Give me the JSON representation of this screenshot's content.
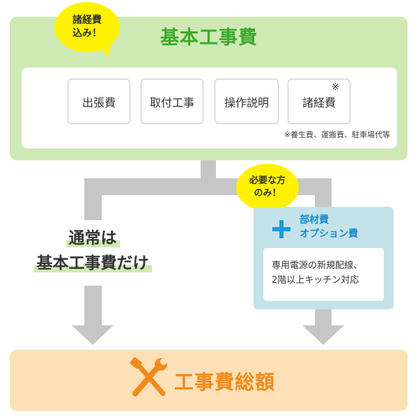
{
  "top": {
    "title": "基本工事費",
    "items": [
      "出張費",
      "取付工事",
      "操作説明",
      "諸経費"
    ],
    "asterisk": "※",
    "note": "※養生費、運搬費、駐車場代等"
  },
  "bubble_top": {
    "line1": "諸経費",
    "line2": "込み！"
  },
  "bubble_right": {
    "line1": "必要な方",
    "line2": "のみ！"
  },
  "left_label": {
    "line1": "通常は",
    "line2": "基本工事費だけ"
  },
  "option": {
    "title_line1": "部材費",
    "title_line2": "オプション費",
    "desc_line1": "専用電源の新規配線、",
    "desc_line2": "2階以上キッチン対応",
    "icon": "plus-icon"
  },
  "bottom": {
    "title": "工事費総額",
    "icon": "tools-icon"
  },
  "colors": {
    "green_panel": "#cfe9b4",
    "green_title": "#3ea82b",
    "yellow": "#fff200",
    "gray": "#c6c6c6",
    "blue_panel": "#c4e2ea",
    "blue_accent": "#1a9ad6",
    "orange_panel": "#fde0b5",
    "orange_accent": "#f08a1c"
  }
}
